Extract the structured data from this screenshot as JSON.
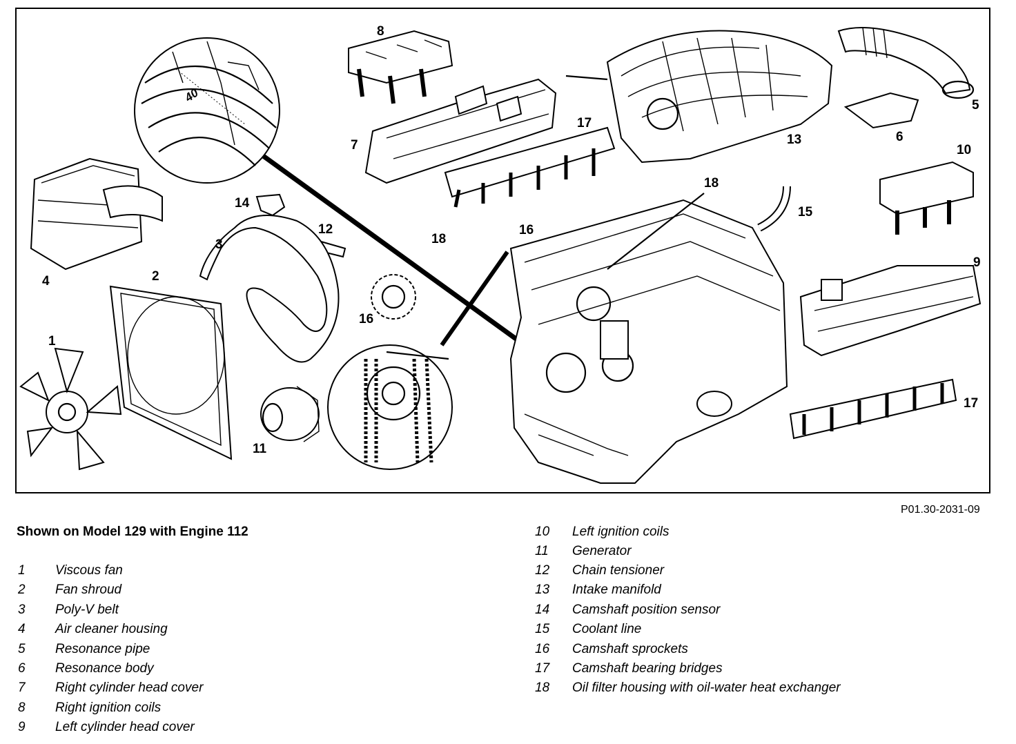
{
  "figure": {
    "code": "P01.30-2031-09",
    "dial_text": "40",
    "callouts": [
      "8",
      "7",
      "17",
      "13",
      "5",
      "6",
      "10",
      "4",
      "14",
      "12",
      "3",
      "18",
      "16",
      "15",
      "2",
      "1",
      "16",
      "11",
      "9",
      "17",
      "18"
    ]
  },
  "legend": {
    "title": "Shown on Model 129 with Engine 112",
    "items": [
      {
        "num": "1",
        "label": "Viscous fan"
      },
      {
        "num": "2",
        "label": "Fan shroud"
      },
      {
        "num": "3",
        "label": "Poly-V belt"
      },
      {
        "num": "4",
        "label": "Air cleaner housing"
      },
      {
        "num": "5",
        "label": "Resonance pipe"
      },
      {
        "num": "6",
        "label": "Resonance body"
      },
      {
        "num": "7",
        "label": "Right cylinder head cover"
      },
      {
        "num": "8",
        "label": "Right ignition coils"
      },
      {
        "num": "9",
        "label": "Left cylinder head cover"
      },
      {
        "num": "10",
        "label": "Left ignition coils"
      },
      {
        "num": "11",
        "label": "Generator"
      },
      {
        "num": "12",
        "label": "Chain tensioner"
      },
      {
        "num": "13",
        "label": "Intake manifold"
      },
      {
        "num": "14",
        "label": "Camshaft position sensor"
      },
      {
        "num": "15",
        "label": "Coolant line"
      },
      {
        "num": "16",
        "label": "Camshaft sprockets"
      },
      {
        "num": "17",
        "label": "Camshaft bearing bridges"
      },
      {
        "num": "18",
        "label": "Oil filter housing with oil-water heat exchanger"
      }
    ]
  }
}
